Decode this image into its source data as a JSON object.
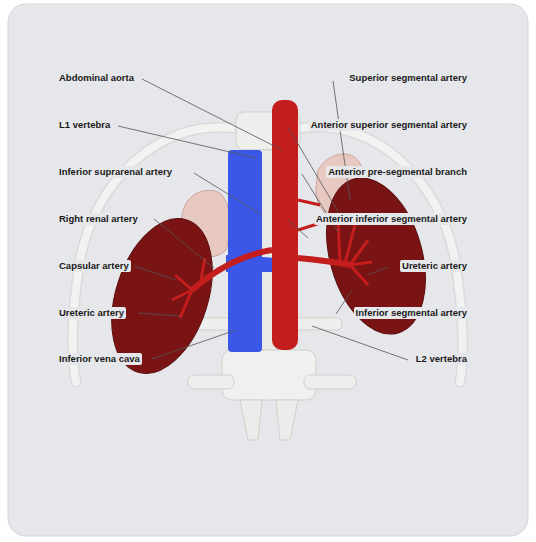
{
  "diagram": {
    "labels": [
      "Abdominal aorta",
      "L1 vertebra",
      "Inferior suprarenal artery",
      "Right renal artery",
      "Capsular artery",
      "Ureteric artery",
      "Inferior vena cava",
      "Superior segmental artery",
      "Anterior superior segmental artery",
      "Anterior pre-segmental branch",
      "Anterior inferior segmental artery",
      "Ureteric artery",
      "Inferior segmental artery",
      "L2 vertebra"
    ]
  }
}
